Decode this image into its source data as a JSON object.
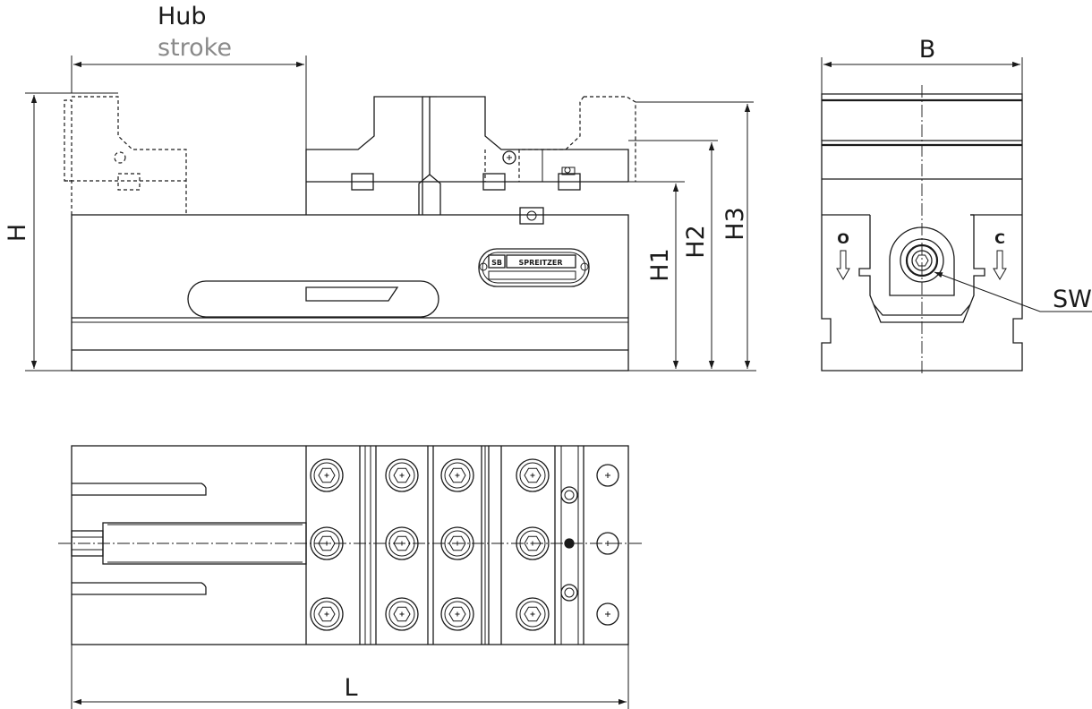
{
  "labels": {
    "hub": "Hub",
    "stroke": "stroke",
    "b": "B",
    "h": "H",
    "h1": "H1",
    "h2": "H2",
    "h3": "H3",
    "sw": "SW",
    "l": "L",
    "open": "O",
    "close": "C"
  },
  "logo": {
    "mark": "SB",
    "name": "SPREITZER"
  },
  "colors": {
    "line": "#1a1a1a",
    "secondary_text": "#8a8a8a",
    "background": "#ffffff"
  }
}
